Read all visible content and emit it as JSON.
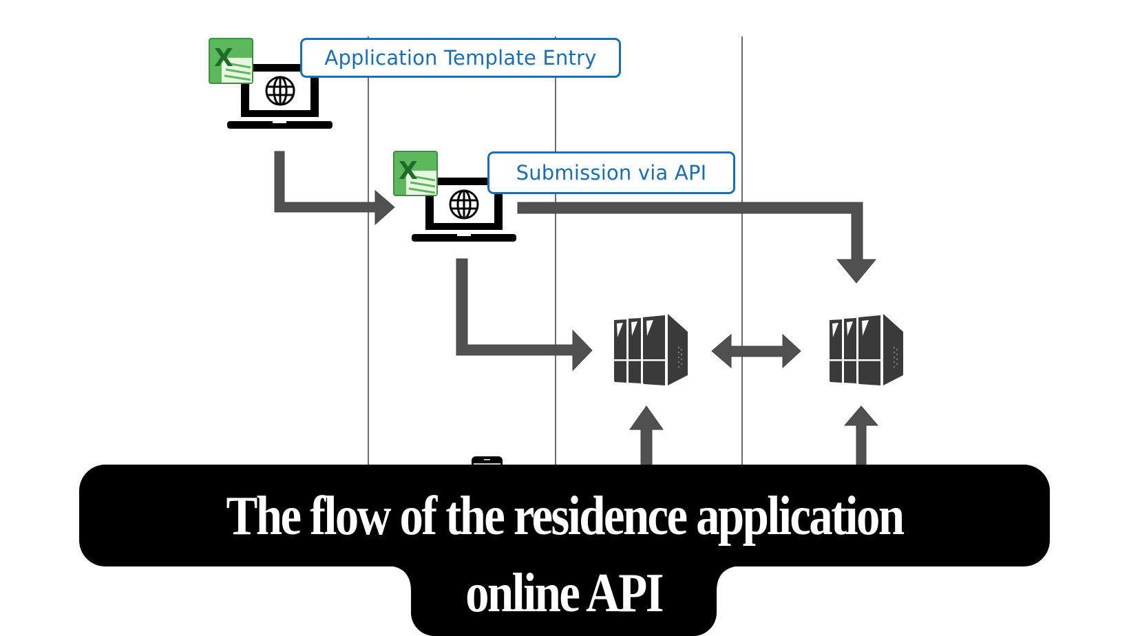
{
  "diagram": {
    "labels": {
      "template_entry": "Application Template Entry",
      "api_submission": "Submission via API"
    },
    "icons": {
      "laptop_1": "laptop-globe-icon",
      "laptop_2": "laptop-globe-icon",
      "excel_1": "excel-icon",
      "excel_2": "excel-icon",
      "server_1": "server-icon",
      "server_2": "server-icon",
      "phone": "smartphone-icon"
    },
    "colors": {
      "label_blue": "#1b6db3",
      "arrow_gray": "#505050",
      "server_gray": "#3a3a3a",
      "lane_line": "#6b6b6b",
      "excel_green": "#2e8b3a"
    }
  },
  "title": {
    "line1": "The flow of the residence application",
    "line2": "online API"
  }
}
